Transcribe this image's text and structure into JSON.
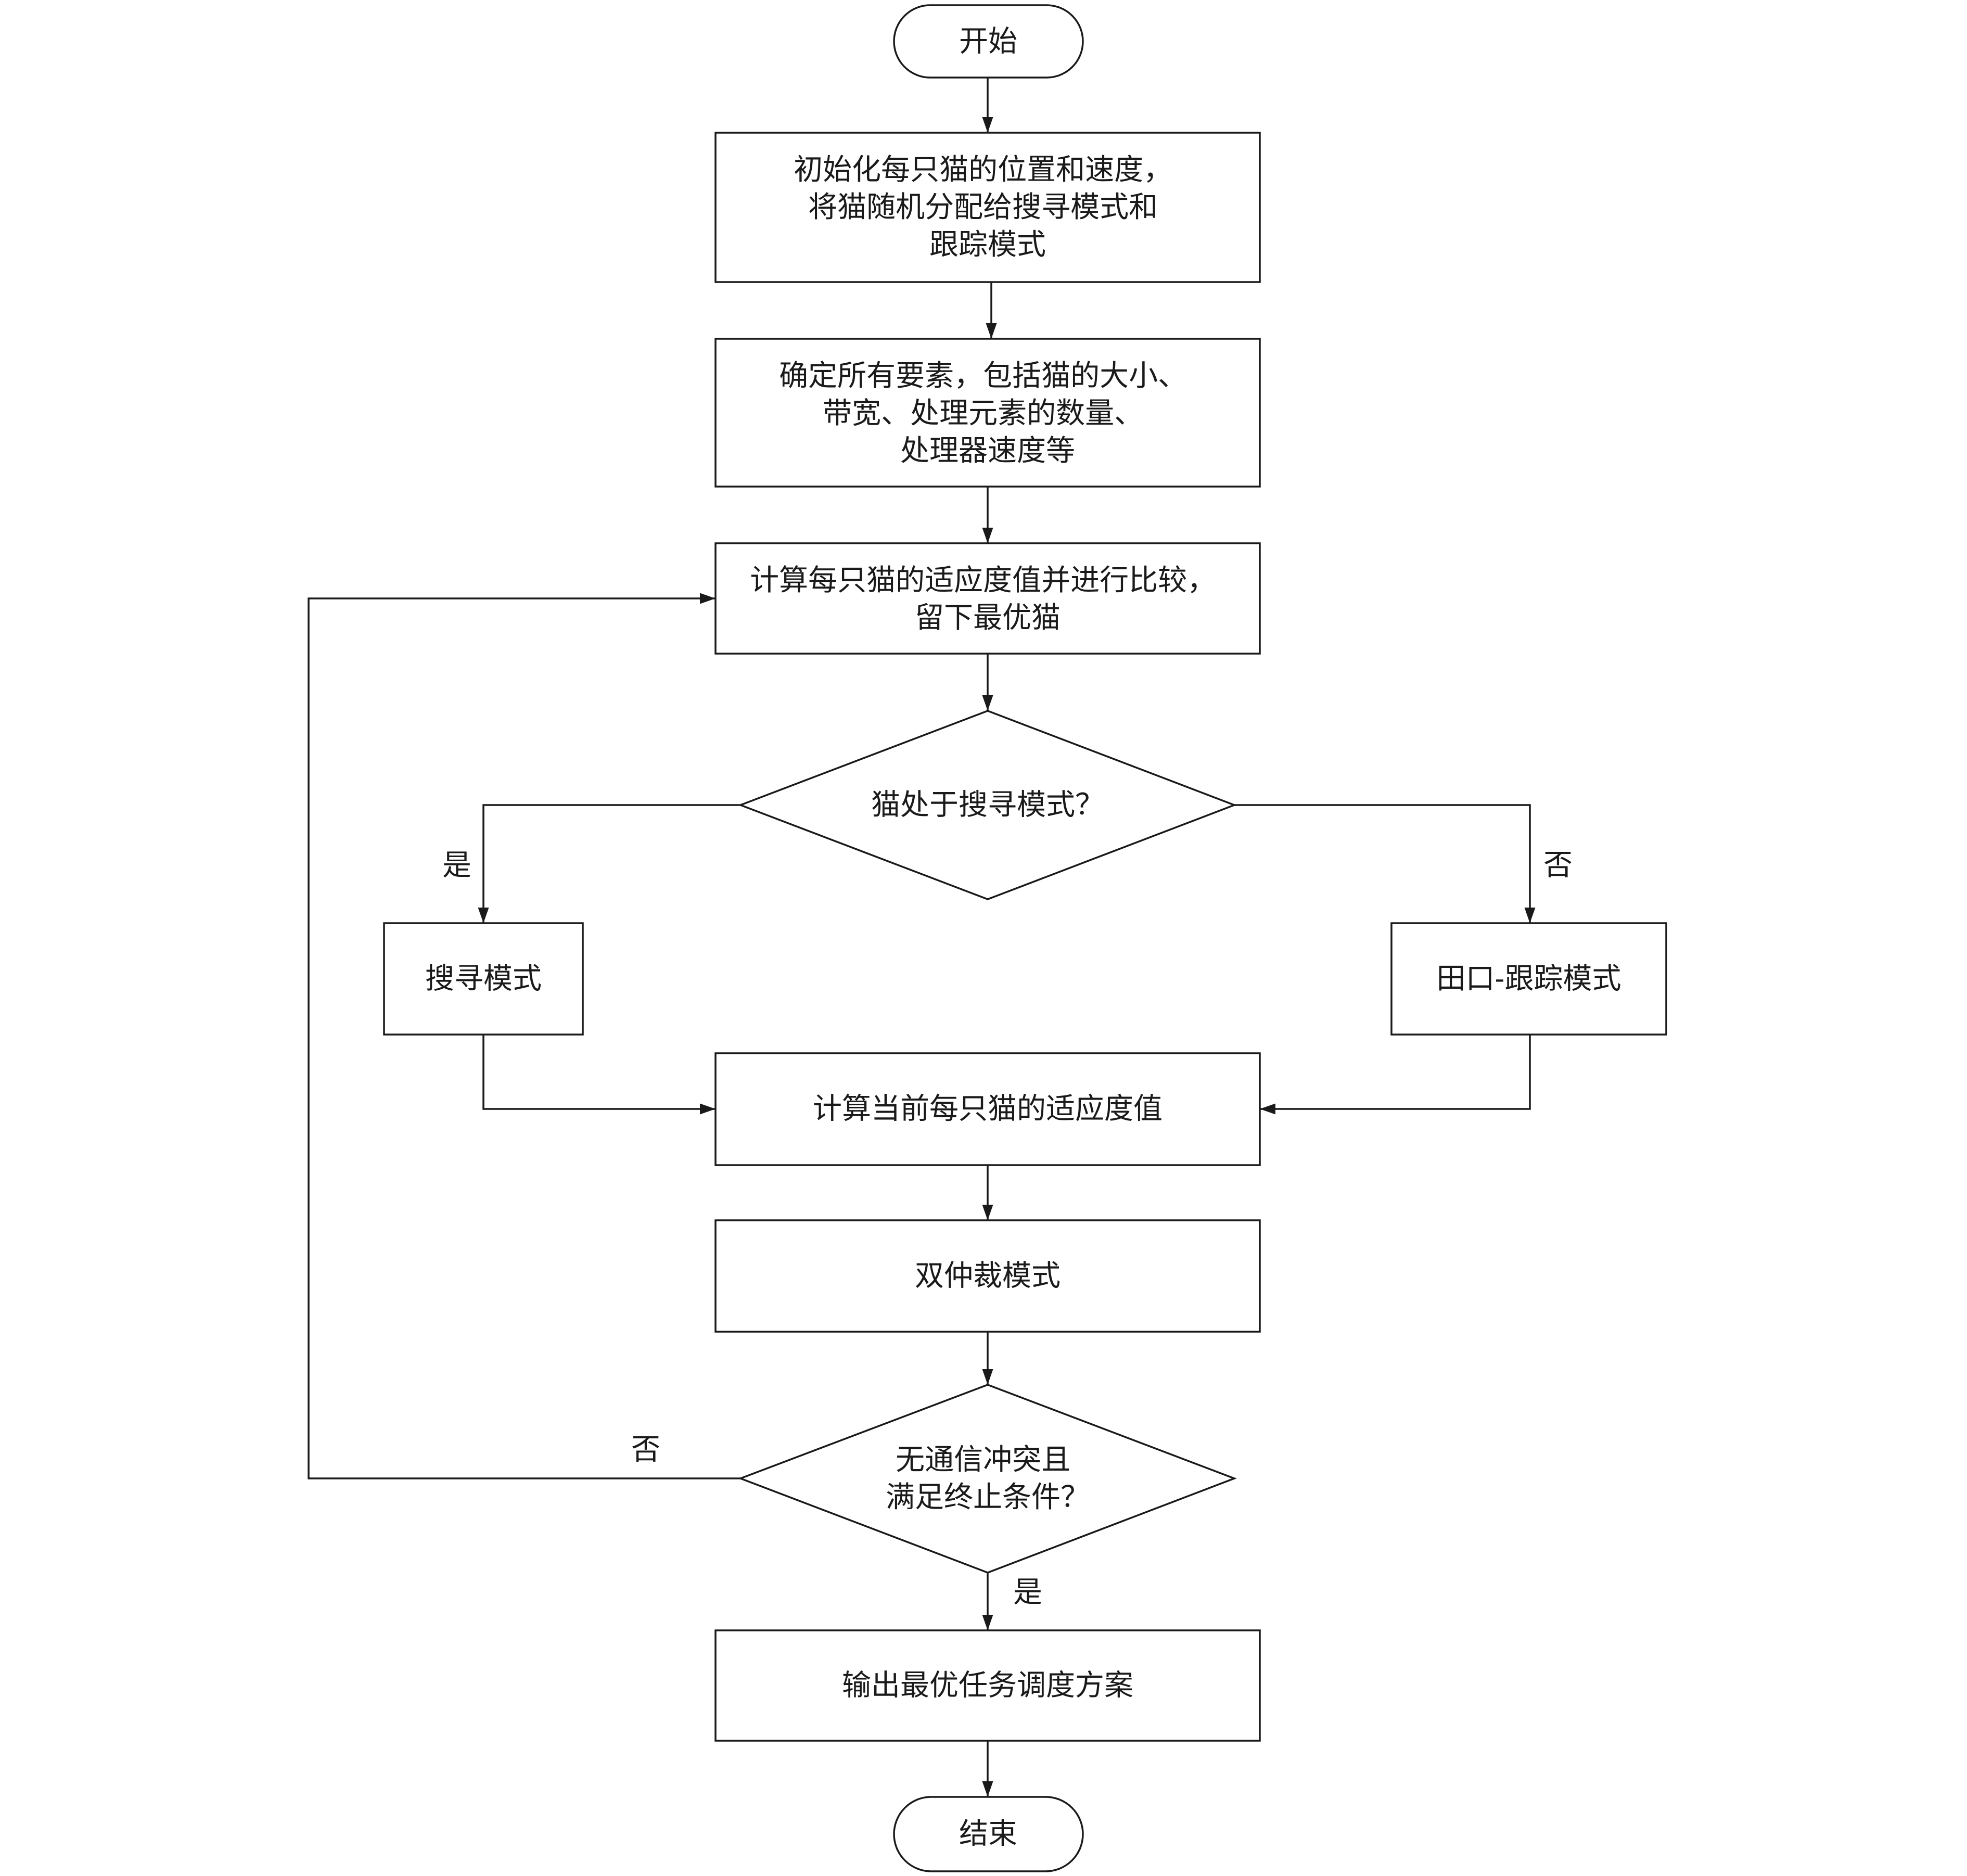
{
  "nodes": {
    "start": "开始",
    "init": [
      "初始化每只猫的位置和速度，",
      "将猫随机分配给搜寻模式和",
      "跟踪模式"
    ],
    "determine": [
      "确定所有要素，包括猫的大小、",
      "带宽、处理元素的数量、",
      "处理器速度等"
    ],
    "evaluate": [
      "计算每只猫的适应度值并进行比较，",
      "留下最优猫"
    ],
    "decision_mode": "猫处于搜寻模式？",
    "search_mode": "搜寻模式",
    "tracking_mode": "田口-跟踪模式",
    "evaluate_current": "计算当前每只猫的适应度值",
    "dual_arbitration": "双仲裁模式",
    "decision_stop": [
      "无通信冲突且",
      "满足终止条件？"
    ],
    "output": "输出最优任务调度方案",
    "end": "结束"
  },
  "edge_labels": {
    "mode_yes": "是",
    "mode_no": "否",
    "stop_no": "否",
    "stop_yes": "是"
  },
  "colors": {
    "stroke": "#1a1a1a",
    "fill": "#ffffff",
    "text": "#1a1a1a"
  }
}
